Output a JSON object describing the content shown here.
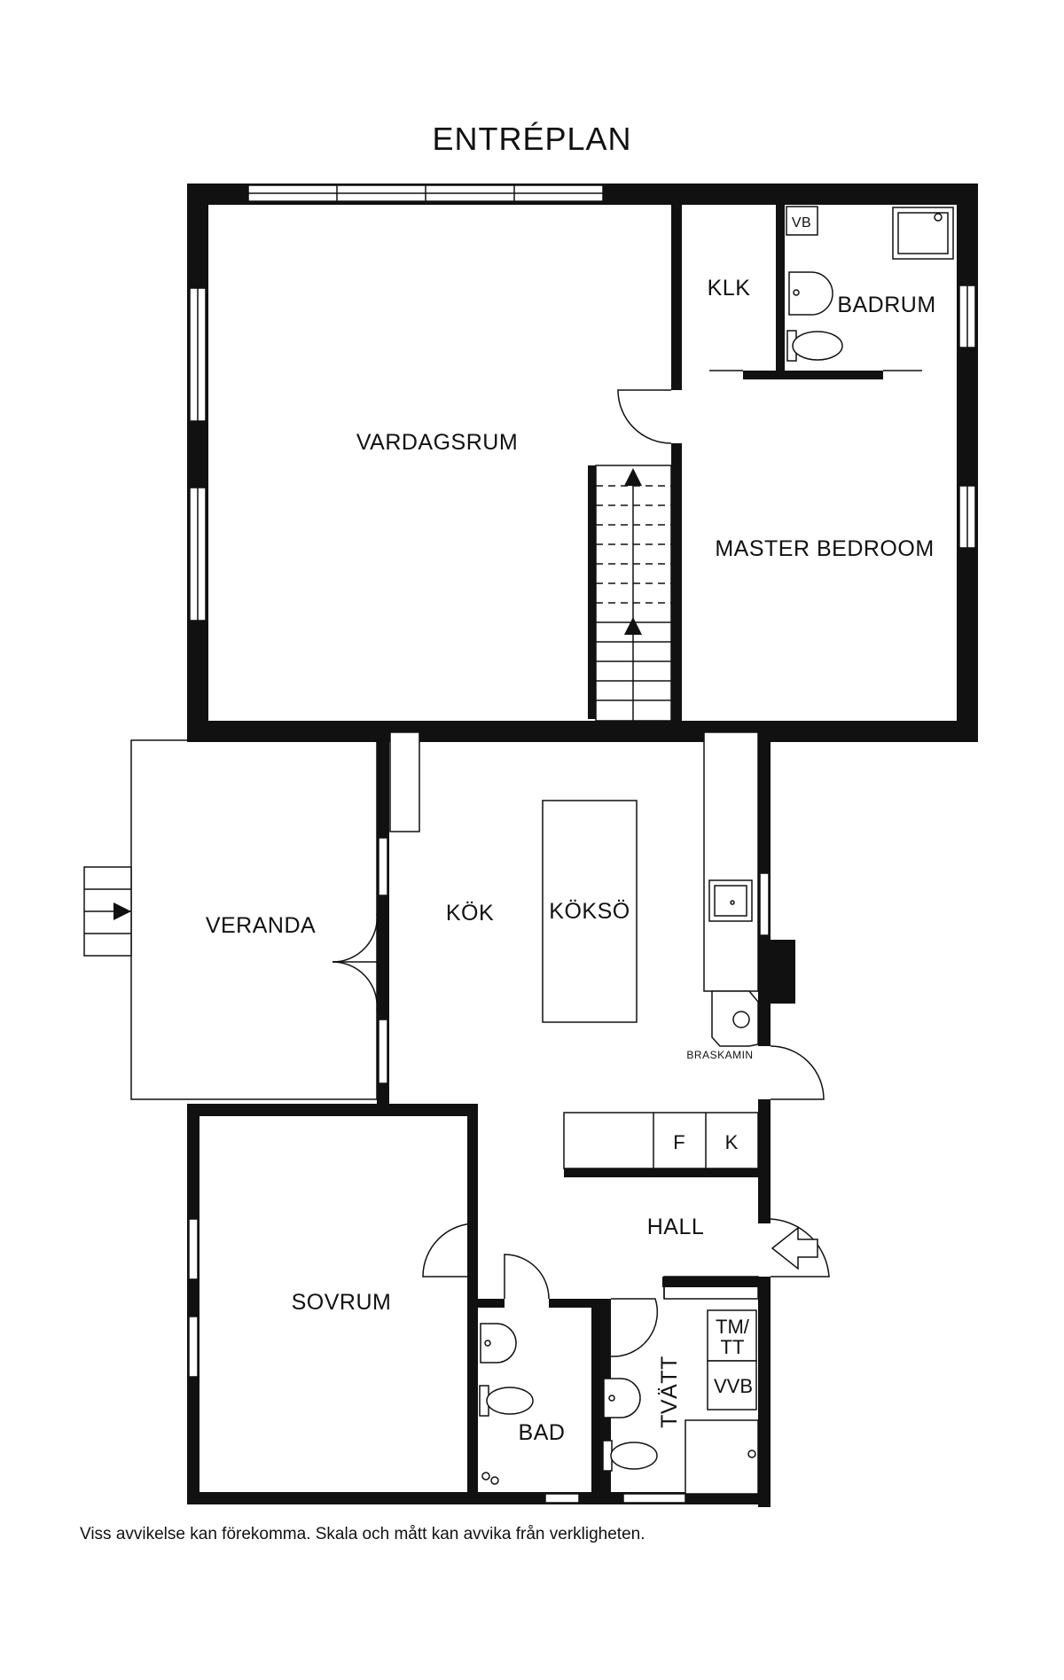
{
  "title": "ENTRÉPLAN",
  "rooms": {
    "vardagsrum": "VARDAGSRUM",
    "klk": "KLK",
    "vb": "VB",
    "badrum": "BADRUM",
    "master_bedroom": "MASTER BEDROOM",
    "veranda": "VERANDA",
    "kok": "KÖK",
    "kokso": "KÖKSÖ",
    "braskamin": "BRASKAMIN",
    "f": "F",
    "k": "K",
    "hall": "HALL",
    "sovrum": "SOVRUM",
    "bad": "BAD",
    "tvatt": "TVÄTT",
    "tm": "TM/",
    "tt": "TT",
    "vvb": "VVB"
  },
  "disclaimer": "Viss avvikelse kan förekomma. Skala och mått kan avvika från verkligheten."
}
